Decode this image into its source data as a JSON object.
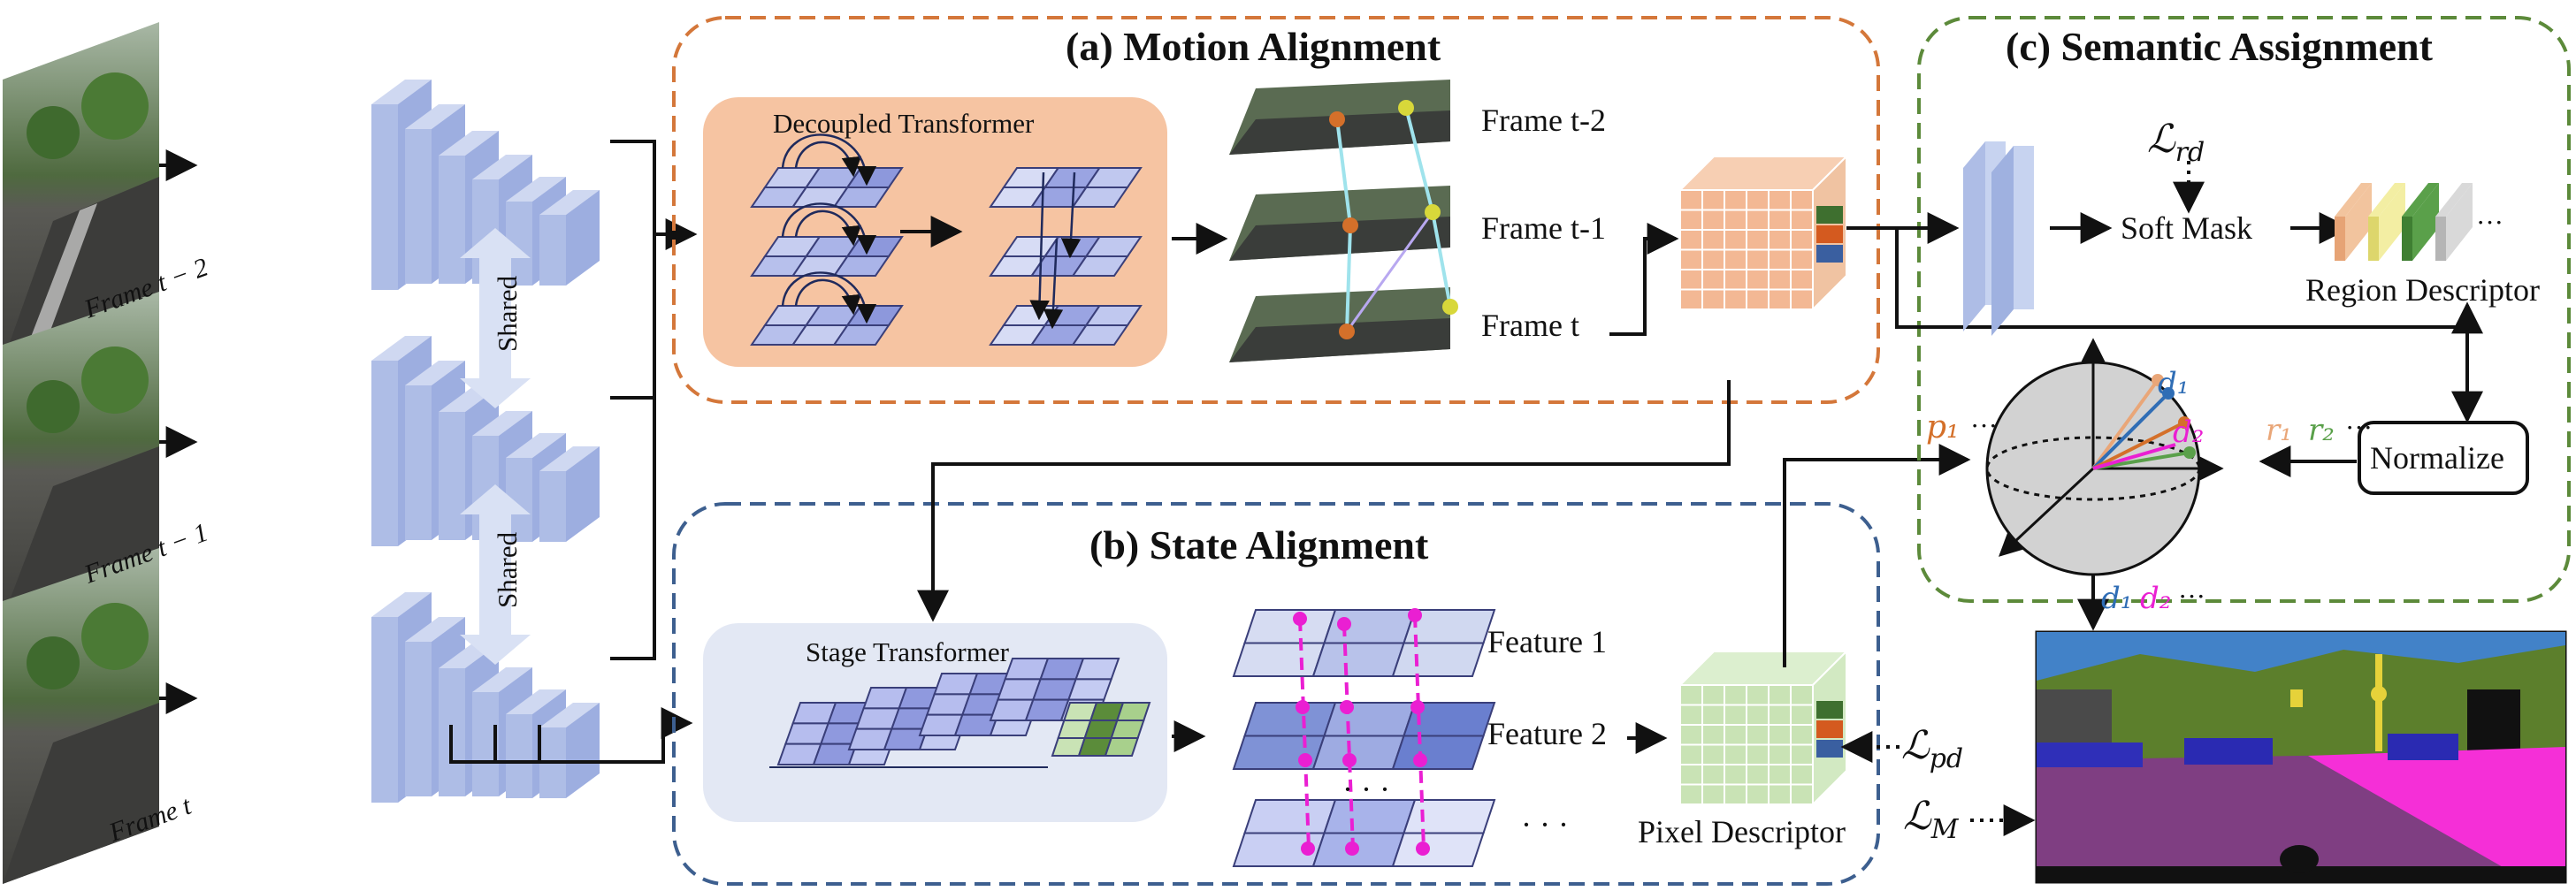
{
  "panels": {
    "motion_title": "(a) Motion Alignment",
    "state_title": "(b) State Alignment",
    "semantic_title": "(c) Semantic Assignment"
  },
  "inputs": {
    "frame_labels": [
      "Frame t − 2",
      "Frame t − 1",
      "Frame t"
    ],
    "shared_label": "Shared"
  },
  "motion": {
    "decoupled_transformer": "Decoupled Transformer",
    "frames": [
      "Frame t-2",
      "Frame t-1",
      "Frame t"
    ]
  },
  "state": {
    "stage_transformer": "Stage Transformer",
    "features": [
      "Feature 1",
      "Feature 2"
    ],
    "ellipsis": "· · ·",
    "pixel_descriptor": "Pixel Descriptor"
  },
  "semantic": {
    "soft_mask": "Soft Mask",
    "region_descriptor": "Region Descriptor",
    "normalize": "Normalize"
  },
  "losses": {
    "L_rd": "ℒ",
    "L_rd_sub": "rd",
    "L_pd": "ℒ",
    "L_pd_sub": "pd",
    "L_M": "ℒ",
    "L_M_sub": "M"
  },
  "vectors": {
    "p1": "p₁",
    "r1": "r₁",
    "r2": "r₂",
    "d1": "d₁",
    "d2": "d₂",
    "dots": "···"
  },
  "colors": {
    "motion_border": "#d4773a",
    "state_border": "#3d5f8f",
    "semantic_border": "#5c8a3a",
    "decoupled_bg": "#f6c4a2",
    "stage_bg": "#e3e8f4",
    "encoder_block": "#b3c2e6",
    "magenta": "#ea1fd2",
    "orange_vec": "#d4702a",
    "blue_vec": "#2f6db5",
    "green_vec": "#5aa04a"
  }
}
